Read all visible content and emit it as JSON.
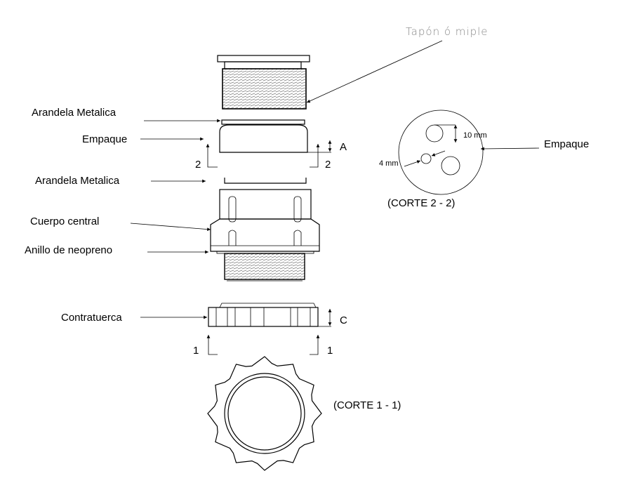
{
  "title_label": "Tapón ó miple",
  "labels": {
    "arandela_top": "Arandela Metalica",
    "empaque": "Empaque",
    "arandela_bottom": "Arandela Metalica",
    "cuerpo": "Cuerpo central",
    "anillo": "Anillo de neopreno",
    "contratuerca": "Contratuerca",
    "empaque_section": "Empaque"
  },
  "section_marks": {
    "two": "2",
    "one": "1"
  },
  "dimensions": {
    "a": "A",
    "c": "C",
    "ten": "10 mm",
    "four": "4 mm"
  },
  "sections": {
    "corte_2": "(CORTE  2 - 2)",
    "corte_1": "(CORTE 1 - 1)"
  }
}
